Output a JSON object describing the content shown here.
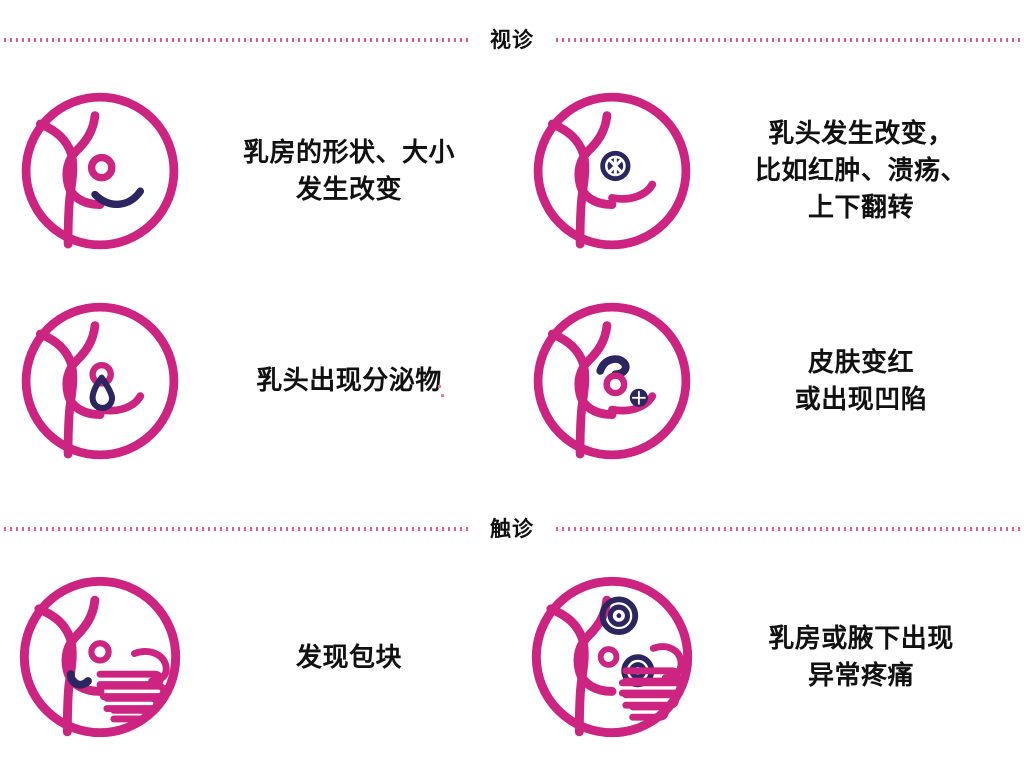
{
  "sections": [
    {
      "id": "inspection",
      "title": "视诊",
      "items": [
        {
          "icon": "breast-shape-change-icon",
          "lines": [
            "乳房的形状、大小",
            "发生改变"
          ]
        },
        {
          "icon": "nipple-change-icon",
          "lines": [
            "乳头发生改变，",
            "比如红肿、溃疡、",
            "上下翻转"
          ]
        },
        {
          "icon": "nipple-discharge-icon",
          "lines": [
            "乳头出现分泌物"
          ]
        },
        {
          "icon": "skin-redness-dimpling-icon",
          "lines": [
            "皮肤变红",
            "或出现凹陷"
          ]
        }
      ]
    },
    {
      "id": "palpation",
      "title": "触诊",
      "items": [
        {
          "icon": "lump-found-icon",
          "lines": [
            "发现包块"
          ]
        },
        {
          "icon": "abnormal-pain-icon",
          "lines": [
            "乳房或腋下出现",
            "异常疼痛"
          ]
        }
      ]
    }
  ],
  "colors": {
    "pink": "#CC2480",
    "pink_light": "#e35a9c",
    "navy": "#2B2560",
    "text": "#111111",
    "background": "#FFFFFF"
  }
}
